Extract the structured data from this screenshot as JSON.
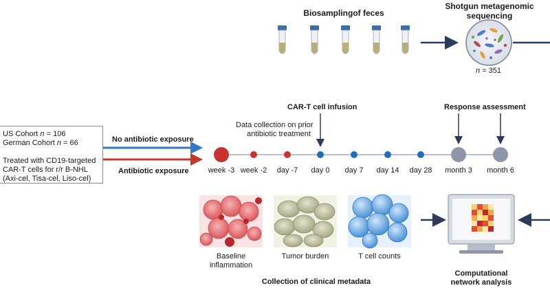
{
  "sampling": {
    "title": "Biosamplingof feces",
    "sequencing_title_line1": "Shotgun metagenomic",
    "sequencing_title_line2": "sequencing",
    "n_label": "n",
    "n_value": "= 351"
  },
  "cohorts": {
    "us_prefix": "US Cohort ",
    "us_n": "n",
    "us_value": " = 106",
    "german_prefix": "German Cohort ",
    "german_n": "n",
    "german_value": " = 66",
    "treated_line1": "Treated with CD19-targeted",
    "treated_line2": "CAR-T cells for r/r B-NHL",
    "treated_line3": "(Axi-cel, Tisa-cel, Liso-cel)"
  },
  "arms": {
    "no_antibiotic": "No antibiotic exposure",
    "antibiotic": "Antibiotic exposure"
  },
  "colors": {
    "blue_arm": "#2e78c6",
    "red_arm": "#c0392b",
    "timeline_dot_blue": "#1f6fb8",
    "timeline_dot_red": "#c8322f",
    "timeline_dot_grey": "#8e96a8",
    "arrow_navy": "#2d3b5a"
  },
  "timeline": {
    "car_t_infusion": "CAR-T cell infusion",
    "data_collection_line1": "Data collection on prior",
    "data_collection_line2": "antibiotic treatment",
    "response_assessment": "Response assessment",
    "timepoints": [
      "week -3",
      "week -2",
      "day -7",
      "day 0",
      "day 7",
      "day 14",
      "day 28",
      "month 3",
      "month 6"
    ]
  },
  "metadata": {
    "baseline_line1": "Baseline",
    "baseline_line2": "inflammation",
    "tumor_burden": "Tumor burden",
    "t_cell_counts": "T cell counts",
    "collection_title": "Collection of clinical metadata"
  },
  "analysis": {
    "title_line1": "Computational",
    "title_line2": "network analysis"
  }
}
